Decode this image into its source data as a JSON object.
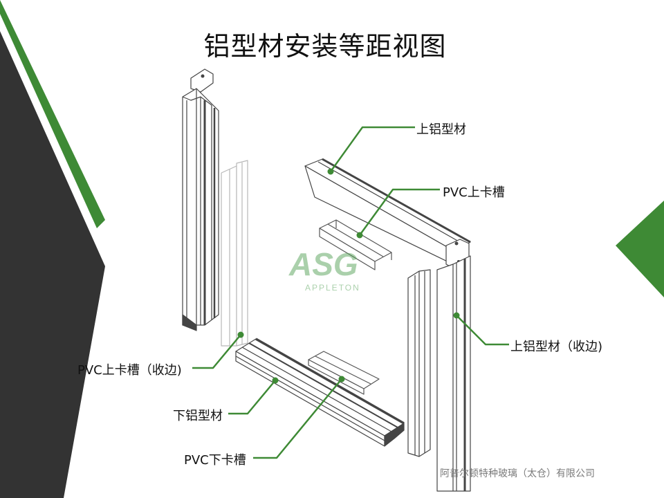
{
  "title": "铝型材安装等距视图",
  "labels": {
    "upper_profile": "上铝型材",
    "pvc_upper_slot": "PVC上卡槽",
    "upper_profile_edge": "上铝型材（收边)",
    "pvc_upper_slot_edge": "PVC上卡槽（收边)",
    "lower_profile": "下铝型材",
    "pvc_lower_slot": "PVC下卡槽"
  },
  "watermark": {
    "brand": "ASG",
    "sub": "APPLETON"
  },
  "footer": "阿普尔顿特种玻璃（太仓）有限公司",
  "colors": {
    "accent_green": "#3e8a35",
    "dark_gray": "#333333",
    "line_gray": "#555555"
  }
}
